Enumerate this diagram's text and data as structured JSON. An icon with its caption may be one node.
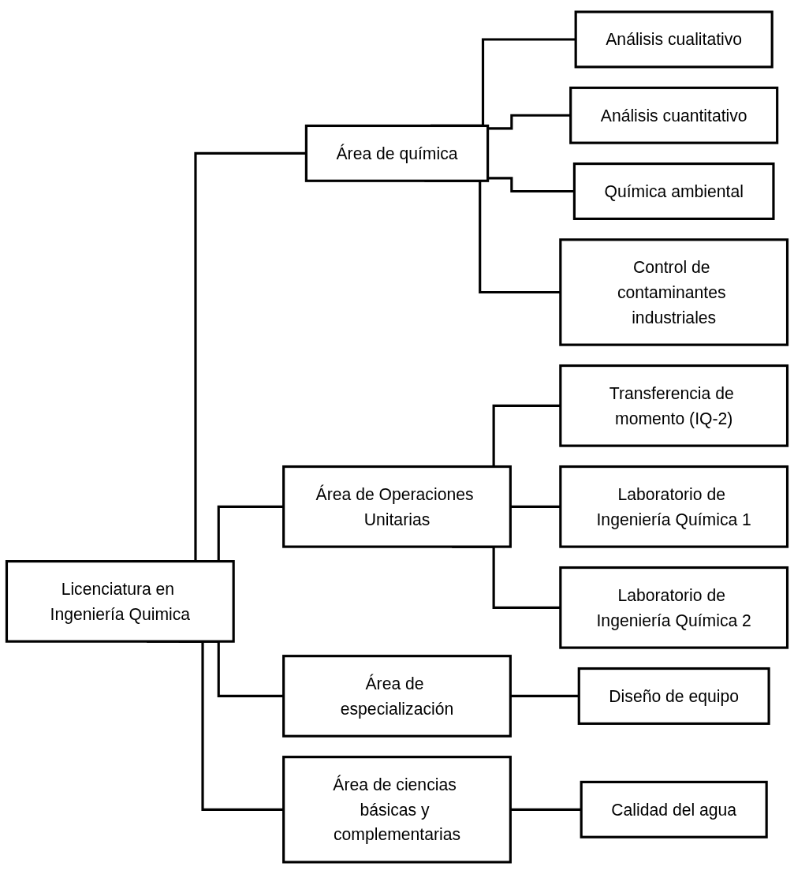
{
  "diagram": {
    "nodes": [
      {
        "text": [
          "Licenciatura en Ingeniería Quimica"
        ]
      },
      {
        "text": [
          "Área de química"
        ]
      },
      {
        "text": [
          "Área de Operaciones Unitarias"
        ]
      },
      {
        "text": [
          "Área de especialización"
        ]
      },
      {
        "text": [
          "Área de ciencias básicas y complementarias"
        ]
      },
      {
        "text": [
          "Análisis cualitativo"
        ]
      },
      {
        "text": [
          "Análisis cuantitativo"
        ]
      },
      {
        "text": [
          "Química ambiental"
        ]
      },
      {
        "text": [
          "Control de contaminantes industriales"
        ]
      },
      {
        "text": [
          "Transferencia de momento (IQ-2)"
        ]
      },
      {
        "text": [
          "Laboratorio de Ingeniería Química 1"
        ]
      },
      {
        "text": [
          "Laboratorio de Ingeniería Química 2"
        ]
      },
      {
        "text": [
          "Diseño de equipo"
        ]
      },
      {
        "text": [
          "Calidad del agua"
        ]
      }
    ],
    "edges": [
      {
        "from": 0,
        "to": 1,
        "arrow": "none"
      },
      {
        "from": 0,
        "to": 2,
        "arrow": "none"
      },
      {
        "from": 0,
        "to": 3,
        "arrow": "none"
      },
      {
        "from": 0,
        "to": 4,
        "arrow": "none"
      },
      {
        "from": 1,
        "to": 5,
        "arrow": "none"
      },
      {
        "from": 1,
        "to": 6,
        "arrow": "none"
      },
      {
        "from": 1,
        "to": 7,
        "arrow": "none"
      },
      {
        "from": 1,
        "to": 8,
        "arrow": "none"
      },
      {
        "from": 2,
        "to": 9,
        "arrow": "none"
      },
      {
        "from": 2,
        "to": 10,
        "arrow": "none"
      },
      {
        "from": 2,
        "to": 11,
        "arrow": "none"
      },
      {
        "from": 3,
        "to": 12,
        "arrow": "none"
      },
      {
        "from": 4,
        "to": 13,
        "arrow": "none"
      }
    ]
  }
}
